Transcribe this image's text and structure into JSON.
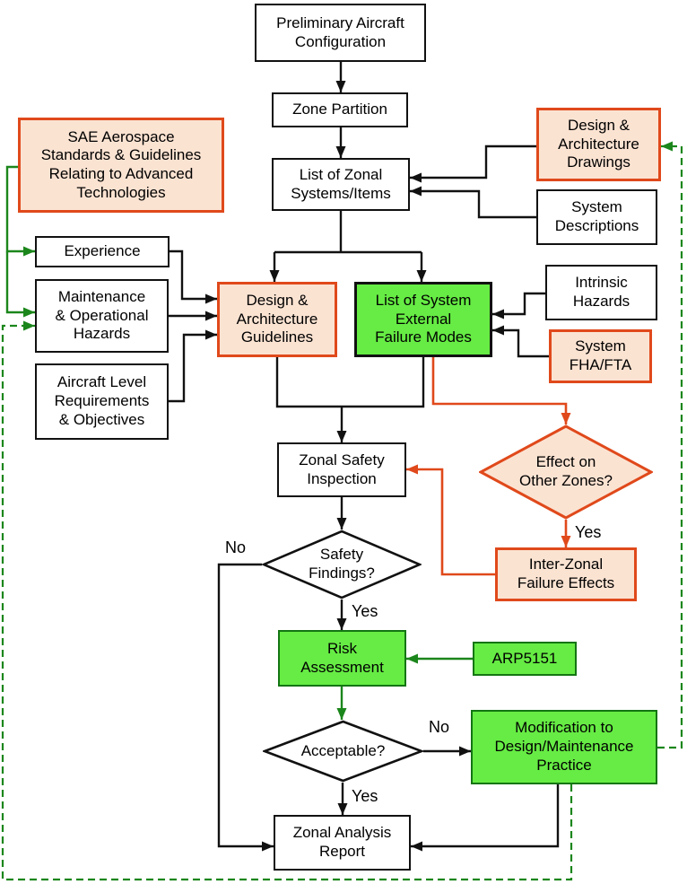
{
  "colors": {
    "black": "#111111",
    "orange_border": "#E0491B",
    "orange_fill": "#FBE3D2",
    "green_fill": "#66EC44",
    "green_border": "#137513",
    "green_line": "#1B861B"
  },
  "nodes": {
    "preliminary": {
      "label": "Preliminary Aircraft\nConfiguration"
    },
    "zone_partition": {
      "label": "Zone Partition"
    },
    "list_zonal": {
      "label": "List of Zonal\nSystems/Items"
    },
    "design_drawings": {
      "label": "Design &\nArchitecture\nDrawings"
    },
    "system_descriptions": {
      "label": "System\nDescriptions"
    },
    "sae": {
      "label": "SAE Aerospace\nStandards & Guidelines\nRelating to Advanced\nTechnologies"
    },
    "experience": {
      "label": "Experience"
    },
    "maintenance": {
      "label": "Maintenance\n& Operational\nHazards"
    },
    "aircraft_level": {
      "label": "Aircraft Level\nRequirements\n& Objectives"
    },
    "design_guidelines": {
      "label": "Design &\nArchitecture\nGuidelines"
    },
    "list_failure_modes": {
      "label": "List of System\nExternal\nFailure Modes"
    },
    "intrinsic": {
      "label": "Intrinsic\nHazards"
    },
    "fha": {
      "label": "System\nFHA/FTA"
    },
    "zonal_inspection": {
      "label": "Zonal Safety\nInspection"
    },
    "effect_zones": {
      "label": "Effect on\nOther Zones?"
    },
    "interzonal": {
      "label": "Inter-Zonal\nFailure Effects"
    },
    "safety_findings": {
      "label": "Safety\nFindings?"
    },
    "risk": {
      "label": "Risk\nAssessment"
    },
    "arp": {
      "label": "ARP5151"
    },
    "acceptable": {
      "label": "Acceptable?"
    },
    "modification": {
      "label": "Modification to\nDesign/Maintenance\nPractice"
    },
    "zonal_report": {
      "label": "Zonal Analysis\nReport"
    }
  },
  "edge_labels": {
    "effect_yes": "Yes",
    "findings_yes": "Yes",
    "findings_no": "No",
    "acceptable_yes": "Yes",
    "acceptable_no": "No"
  },
  "edges": [
    {
      "from": "preliminary",
      "to": "zone_partition",
      "style": "black-solid"
    },
    {
      "from": "zone_partition",
      "to": "list_zonal",
      "style": "black-solid"
    },
    {
      "from": "list_zonal",
      "to": "design_guidelines",
      "style": "black-solid"
    },
    {
      "from": "list_zonal",
      "to": "list_failure_modes",
      "style": "black-solid"
    },
    {
      "from": "design_drawings",
      "to": "list_zonal",
      "style": "black-solid"
    },
    {
      "from": "system_descriptions",
      "to": "list_zonal",
      "style": "black-solid"
    },
    {
      "from": "sae",
      "to": "experience",
      "style": "green-solid"
    },
    {
      "from": "sae",
      "to": "maintenance",
      "style": "green-solid"
    },
    {
      "from": "experience",
      "to": "design_guidelines",
      "style": "black-solid"
    },
    {
      "from": "maintenance",
      "to": "design_guidelines",
      "style": "black-solid"
    },
    {
      "from": "aircraft_level",
      "to": "design_guidelines",
      "style": "black-solid"
    },
    {
      "from": "intrinsic",
      "to": "list_failure_modes",
      "style": "black-solid"
    },
    {
      "from": "fha",
      "to": "list_failure_modes",
      "style": "black-solid"
    },
    {
      "from": "design_guidelines",
      "to": "zonal_inspection",
      "style": "black-solid"
    },
    {
      "from": "list_failure_modes",
      "to": "zonal_inspection",
      "style": "black-solid"
    },
    {
      "from": "list_failure_modes",
      "to": "effect_zones",
      "style": "orange-solid"
    },
    {
      "from": "effect_zones",
      "to": "interzonal",
      "style": "orange-solid",
      "label": "Yes"
    },
    {
      "from": "interzonal",
      "to": "zonal_inspection",
      "style": "orange-solid"
    },
    {
      "from": "zonal_inspection",
      "to": "safety_findings",
      "style": "black-solid"
    },
    {
      "from": "safety_findings",
      "to": "zonal_report",
      "style": "black-solid",
      "label": "No"
    },
    {
      "from": "safety_findings",
      "to": "risk",
      "style": "black-solid",
      "label": "Yes"
    },
    {
      "from": "arp",
      "to": "risk",
      "style": "green-solid"
    },
    {
      "from": "risk",
      "to": "acceptable",
      "style": "green-solid"
    },
    {
      "from": "acceptable",
      "to": "modification",
      "style": "black-solid",
      "label": "No"
    },
    {
      "from": "acceptable",
      "to": "zonal_report",
      "style": "black-solid",
      "label": "Yes"
    },
    {
      "from": "modification",
      "to": "zonal_report",
      "style": "black-solid"
    },
    {
      "from": "modification",
      "to": "design_drawings",
      "style": "green-dashed"
    },
    {
      "from": "modification",
      "to": "maintenance",
      "style": "green-dashed"
    }
  ]
}
